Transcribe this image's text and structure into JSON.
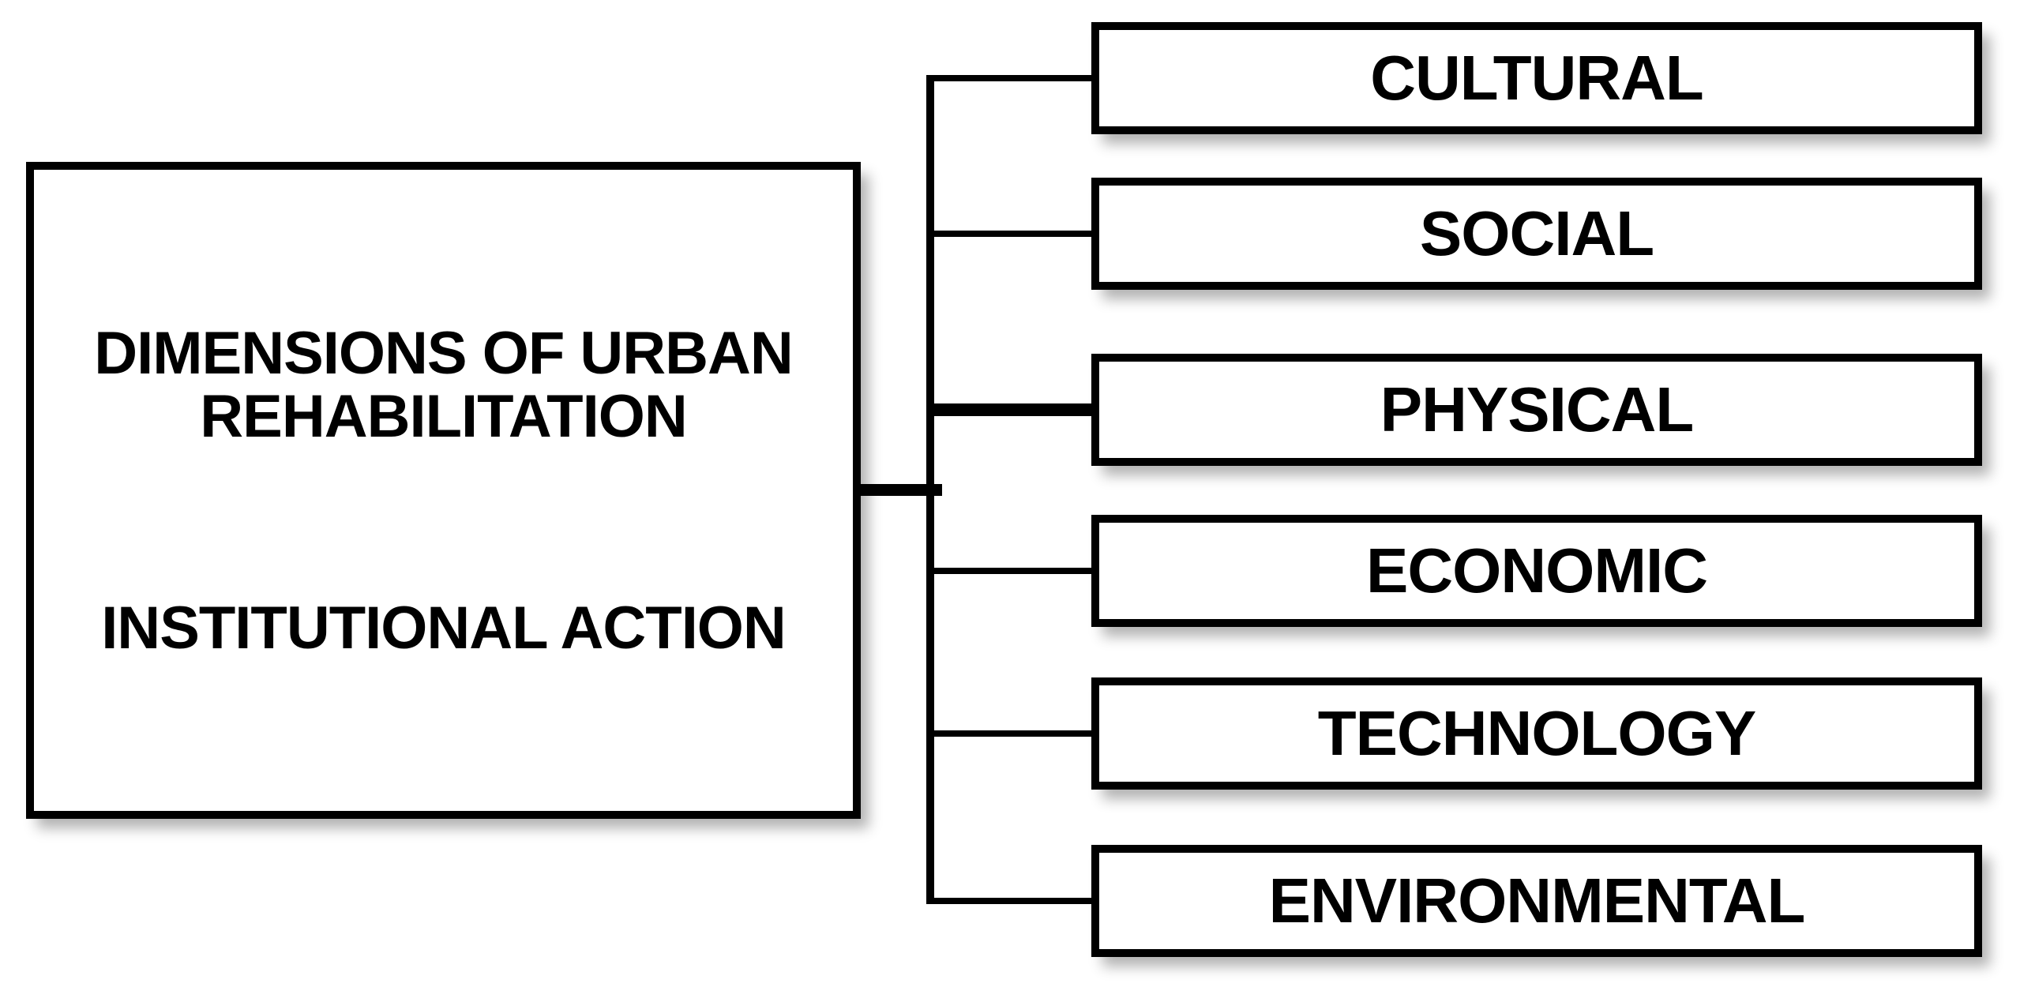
{
  "diagram": {
    "root_box": {
      "title_line1": "DIMENSIONS OF URBAN",
      "title_line2": "REHABILITATION",
      "subtitle": "INSTITUTIONAL ACTION"
    },
    "children": [
      {
        "label": "CULTURAL"
      },
      {
        "label": "SOCIAL"
      },
      {
        "label": "PHYSICAL"
      },
      {
        "label": "ECONOMIC"
      },
      {
        "label": "TECHNOLOGY"
      },
      {
        "label": "ENVIRONMENTAL"
      }
    ],
    "colors": {
      "line": "#000000",
      "box_background": "#ffffff",
      "text": "#000000"
    }
  }
}
